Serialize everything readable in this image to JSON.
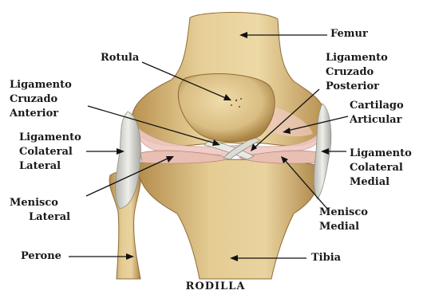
{
  "diagram": {
    "caption": "RODILLA",
    "labels": {
      "femur": "Femur",
      "rotula": "Rotula",
      "lig_cruzado_posterior": [
        "Ligamento",
        "Cruzado",
        "Posterior"
      ],
      "lig_cruzado_anterior": [
        "Ligamento",
        "Cruzado",
        "Anterior"
      ],
      "cartilago": [
        "Cartilago",
        "Articular"
      ],
      "lig_colateral_lateral": [
        "Ligamento",
        "Colateral",
        "Lateral"
      ],
      "lig_colateral_medial": [
        "Ligamento",
        "Colateral",
        "Medial"
      ],
      "menisco_lateral": [
        "Menisco",
        "Lateral"
      ],
      "menisco_medial": [
        "Menisco",
        "Medial"
      ],
      "perone": "Perone",
      "tibia": "Tibia"
    },
    "colors": {
      "bone": "#e3c98f",
      "bone_shade": "#b89356",
      "ligament": "#d8d6d0",
      "meniscus": "#e8bfb2",
      "cartilage": "#efc8c0",
      "arrow": "#111111"
    }
  }
}
